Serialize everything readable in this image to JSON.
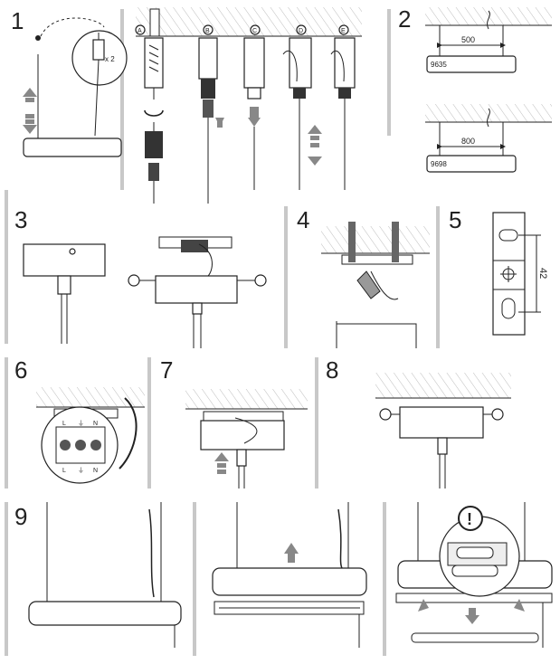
{
  "steps": [
    {
      "number": "1"
    },
    {
      "number": "2"
    },
    {
      "number": "3"
    },
    {
      "number": "4"
    },
    {
      "number": "5"
    },
    {
      "number": "6"
    },
    {
      "number": "7"
    },
    {
      "number": "8"
    },
    {
      "number": "9"
    }
  ],
  "step1": {
    "quantity_label": "x 2",
    "variants": [
      "A",
      "B",
      "C",
      "D",
      "E"
    ]
  },
  "step2": {
    "top": {
      "distance": "500",
      "model": "9635"
    },
    "bottom": {
      "distance": "800",
      "model": "9698"
    }
  },
  "step5": {
    "dimension": "42"
  },
  "step6": {
    "terminal_top": [
      "L",
      "⏚",
      "N"
    ],
    "terminal_bottom": [
      "L",
      "⏚",
      "N"
    ]
  },
  "step9": {
    "warning_symbol": "!"
  }
}
